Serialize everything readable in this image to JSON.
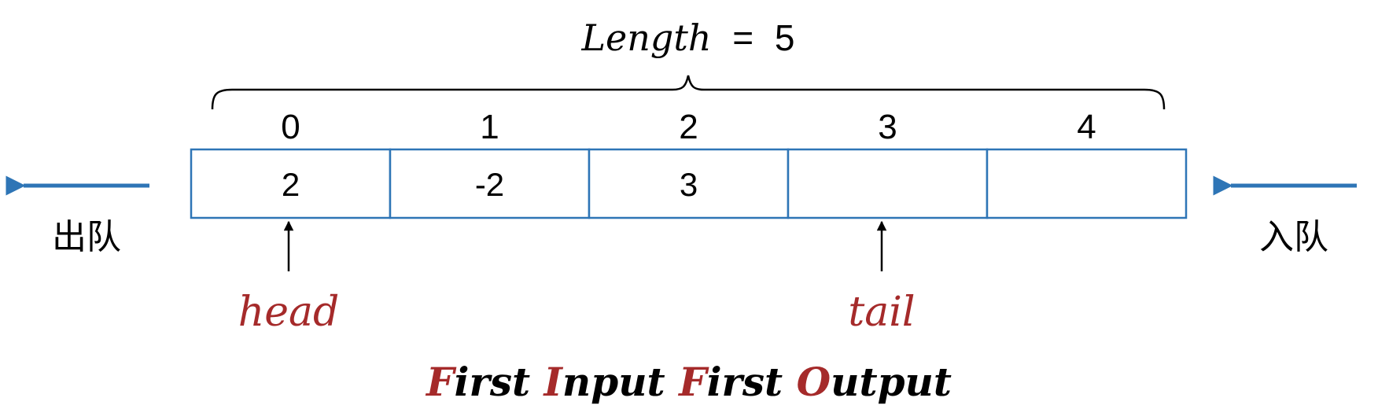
{
  "length_label": {
    "name": "Length",
    "operator": "=",
    "value": "5"
  },
  "queue": {
    "indices": [
      "0",
      "1",
      "2",
      "3",
      "4"
    ],
    "values": [
      "2",
      "-2",
      "3",
      "",
      ""
    ]
  },
  "dequeue_label": "出队",
  "enqueue_label": "入队",
  "pointers": {
    "head": "head",
    "tail": "tail"
  },
  "fifo_phrase": [
    {
      "initial": "F",
      "rest": "irst "
    },
    {
      "initial": "I",
      "rest": "nput "
    },
    {
      "initial": "F",
      "rest": "irst "
    },
    {
      "initial": "O",
      "rest": "utput"
    }
  ],
  "colors": {
    "box_border": "#2e75b6",
    "arrow_blue": "#2e75b6",
    "accent_red": "#a52a2a",
    "text": "#000000"
  }
}
